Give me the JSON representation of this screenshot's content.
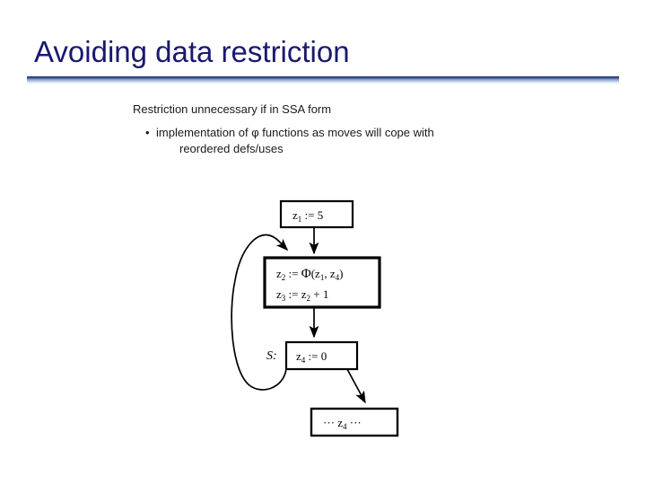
{
  "slide": {
    "title": "Avoiding data restriction",
    "title_color": "#191970",
    "rule_color_dark": "#2b3a78",
    "rule_color_light": "#dce8f4",
    "background": "#ffffff"
  },
  "body": {
    "lead": "Restriction unnecessary if in SSA form",
    "bullet_marker": "•",
    "bullet_line1": "implementation of φ functions as moves will cope with",
    "bullet_line2": "reordered defs/uses"
  },
  "diagram": {
    "type": "control-flow-graph",
    "nodes": [
      {
        "id": "entry",
        "lines": [
          "z1 := 5"
        ],
        "text_parts": [
          {
            "var": "z",
            "sub": "1",
            "op": ":=",
            "value": "5"
          }
        ],
        "label": "",
        "border": "thin"
      },
      {
        "id": "loop-header",
        "lines": [
          "z2 := φ(z1, z4)",
          "z3 := z2 + 1"
        ],
        "text_parts": [
          {
            "var": "z",
            "sub": "2",
            "op": ":=",
            "value": "φ(z1, z4)"
          },
          {
            "var": "z",
            "sub": "3",
            "op": ":=",
            "value": "z2 + 1"
          }
        ],
        "label": "",
        "border": "thick"
      },
      {
        "id": "stmt-s",
        "lines": [
          "z4 := 0"
        ],
        "text_parts": [
          {
            "var": "z",
            "sub": "4",
            "op": ":=",
            "value": "0"
          }
        ],
        "label": "S:",
        "border": "thin"
      },
      {
        "id": "use-block",
        "lines": [
          "... z4 ..."
        ],
        "text_parts": [
          {
            "var": "z",
            "sub": "4",
            "op": "",
            "value": ""
          }
        ],
        "label": "",
        "border": "thin"
      }
    ],
    "edges": [
      {
        "from": "entry",
        "to": "loop-header",
        "kind": "straight-down"
      },
      {
        "from": "loop-header",
        "to": "stmt-s",
        "kind": "straight-down"
      },
      {
        "from": "stmt-s",
        "to": "use-block",
        "kind": "diagonal-down-right"
      },
      {
        "from": "stmt-s",
        "to": "loop-header",
        "kind": "curved-back-edge-left"
      }
    ],
    "glyphs": {
      "phi": "φ",
      "assign": ":=",
      "ellipsis": "…"
    },
    "box1_text": "z₁ := 5",
    "box2_line1": "z₂ := φ(z₁, z₄)",
    "box2_line2": "z₃ := z₂ + 1",
    "box3_label": "S:",
    "box3_text": "z₄ := 0",
    "box4_text": "··· z₄ ···"
  }
}
